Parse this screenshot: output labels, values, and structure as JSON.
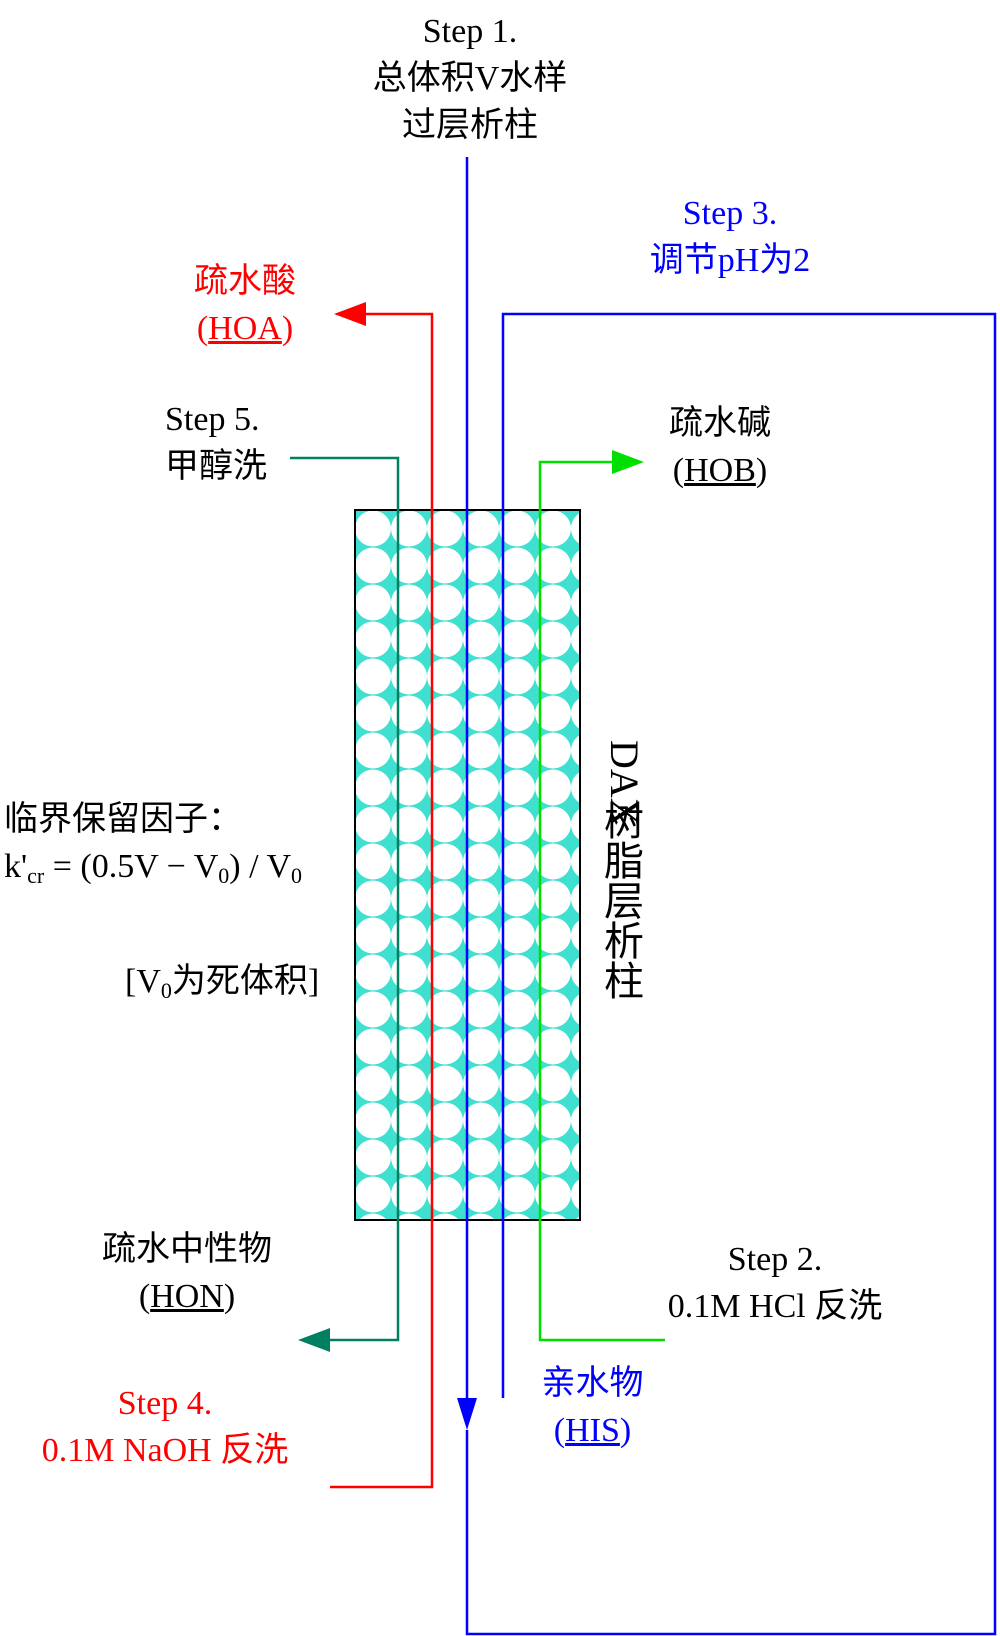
{
  "step1": {
    "title": "Step 1.",
    "line1": "总体积V水样",
    "line2": "过层析柱"
  },
  "step2": {
    "title": "Step 2.",
    "line1": "0.1M HCl 反洗"
  },
  "step3": {
    "title": "Step 3.",
    "line1": "调节pH为2"
  },
  "step4": {
    "title": "Step 4.",
    "line1": "0.1M NaOH 反洗"
  },
  "step5": {
    "title": "Step 5.",
    "line1": "甲醇洗"
  },
  "hoa": {
    "name": "疏水酸",
    "abbr": "HOA"
  },
  "hob": {
    "name": "疏水碱",
    "abbr": "HOB"
  },
  "hon": {
    "name": "疏水中性物",
    "abbr": "HON"
  },
  "his": {
    "name": "亲水物",
    "abbr": "HIS"
  },
  "column": {
    "latin": "DAX",
    "cjk": [
      "树",
      "脂",
      "层",
      "析",
      "柱"
    ]
  },
  "formula": {
    "heading": "临界保留因子：",
    "k": "k'",
    "k_sub": "cr",
    "eq_mid": " = (0.5V − V",
    "zero": "0",
    "eq_end": ") / V",
    "zero2": "0"
  },
  "note": {
    "open": "[V",
    "zero": "0",
    "rest": "为死体积]"
  },
  "colors": {
    "column_fill": "#40e0d0",
    "bead": "#ffffff",
    "red": "#ff0000",
    "blue": "#0000ff",
    "green": "#00e000",
    "darkgreen": "#008060"
  }
}
